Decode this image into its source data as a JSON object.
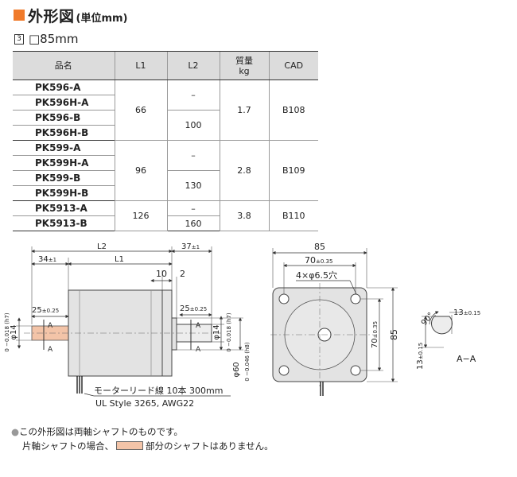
{
  "header": {
    "title": "外形図",
    "subtitle": "(単位mm)",
    "size_index": "3",
    "size_label": "□85mm"
  },
  "table": {
    "headers": [
      "品名",
      "L1",
      "L2",
      "質量\nkg",
      "CAD"
    ],
    "groups": [
      {
        "products": [
          "PK596-A",
          "PK596H-A",
          "PK596-B",
          "PK596H-B"
        ],
        "l1": "66",
        "l2_a": "–",
        "l2_b": "100",
        "mass": "1.7",
        "cad": "B108"
      },
      {
        "products": [
          "PK599-A",
          "PK599H-A",
          "PK599-B",
          "PK599H-B"
        ],
        "l1": "96",
        "l2_a": "–",
        "l2_b": "130",
        "mass": "2.8",
        "cad": "B109"
      },
      {
        "products": [
          "PK5913-A",
          "PK5913-B"
        ],
        "l1": "126",
        "l2_a": "–",
        "l2_b": "160",
        "mass": "3.8",
        "cad": "B110"
      }
    ]
  },
  "drawing": {
    "side": {
      "l2": "L2",
      "l1": "L1",
      "d37": "37",
      "d37_tol": "±1",
      "d34": "34",
      "d34_tol": "±1",
      "d10": "10",
      "d2": "2",
      "d25_left": "25",
      "d25_left_tol": "±0.25",
      "d25_right": "25",
      "d25_right_tol": "±0.25",
      "shaft_left": "φ14",
      "shaft_left_tol": "0\n−0.018 (h7)",
      "shaft_right": "φ14",
      "shaft_right_tol": "0\n−0.018 (h7)",
      "pilot": "φ60",
      "pilot_tol": "0\n−0.046 (h8)",
      "section_a": "A",
      "lead_label": "モーターリード線 10本 300mm",
      "lead_spec": "UL Style 3265, AWG22"
    },
    "front": {
      "d85_top": "85",
      "d70_top": "70",
      "d70_top_tol": "±0.35",
      "holes": "4×φ6.5穴",
      "d85_right": "85",
      "d70_right": "70",
      "d70_right_tol": "±0.35"
    },
    "section": {
      "angle": "90°",
      "d13_top": "13",
      "d13_top_tol": "±0.15",
      "d13_left": "13",
      "d13_left_tol": "±0.15",
      "label": "A−A"
    }
  },
  "notes": {
    "bullet": "●",
    "line1": "この外形図は両軸シャフトのものです。",
    "line2_before": "片軸シャフトの場合、",
    "line2_after": "部分のシャフトはありません。"
  },
  "colors": {
    "accent": "#f07a2a",
    "motor_body": "#e3e3e3",
    "shaft_highlight": "#f3c4a8"
  }
}
